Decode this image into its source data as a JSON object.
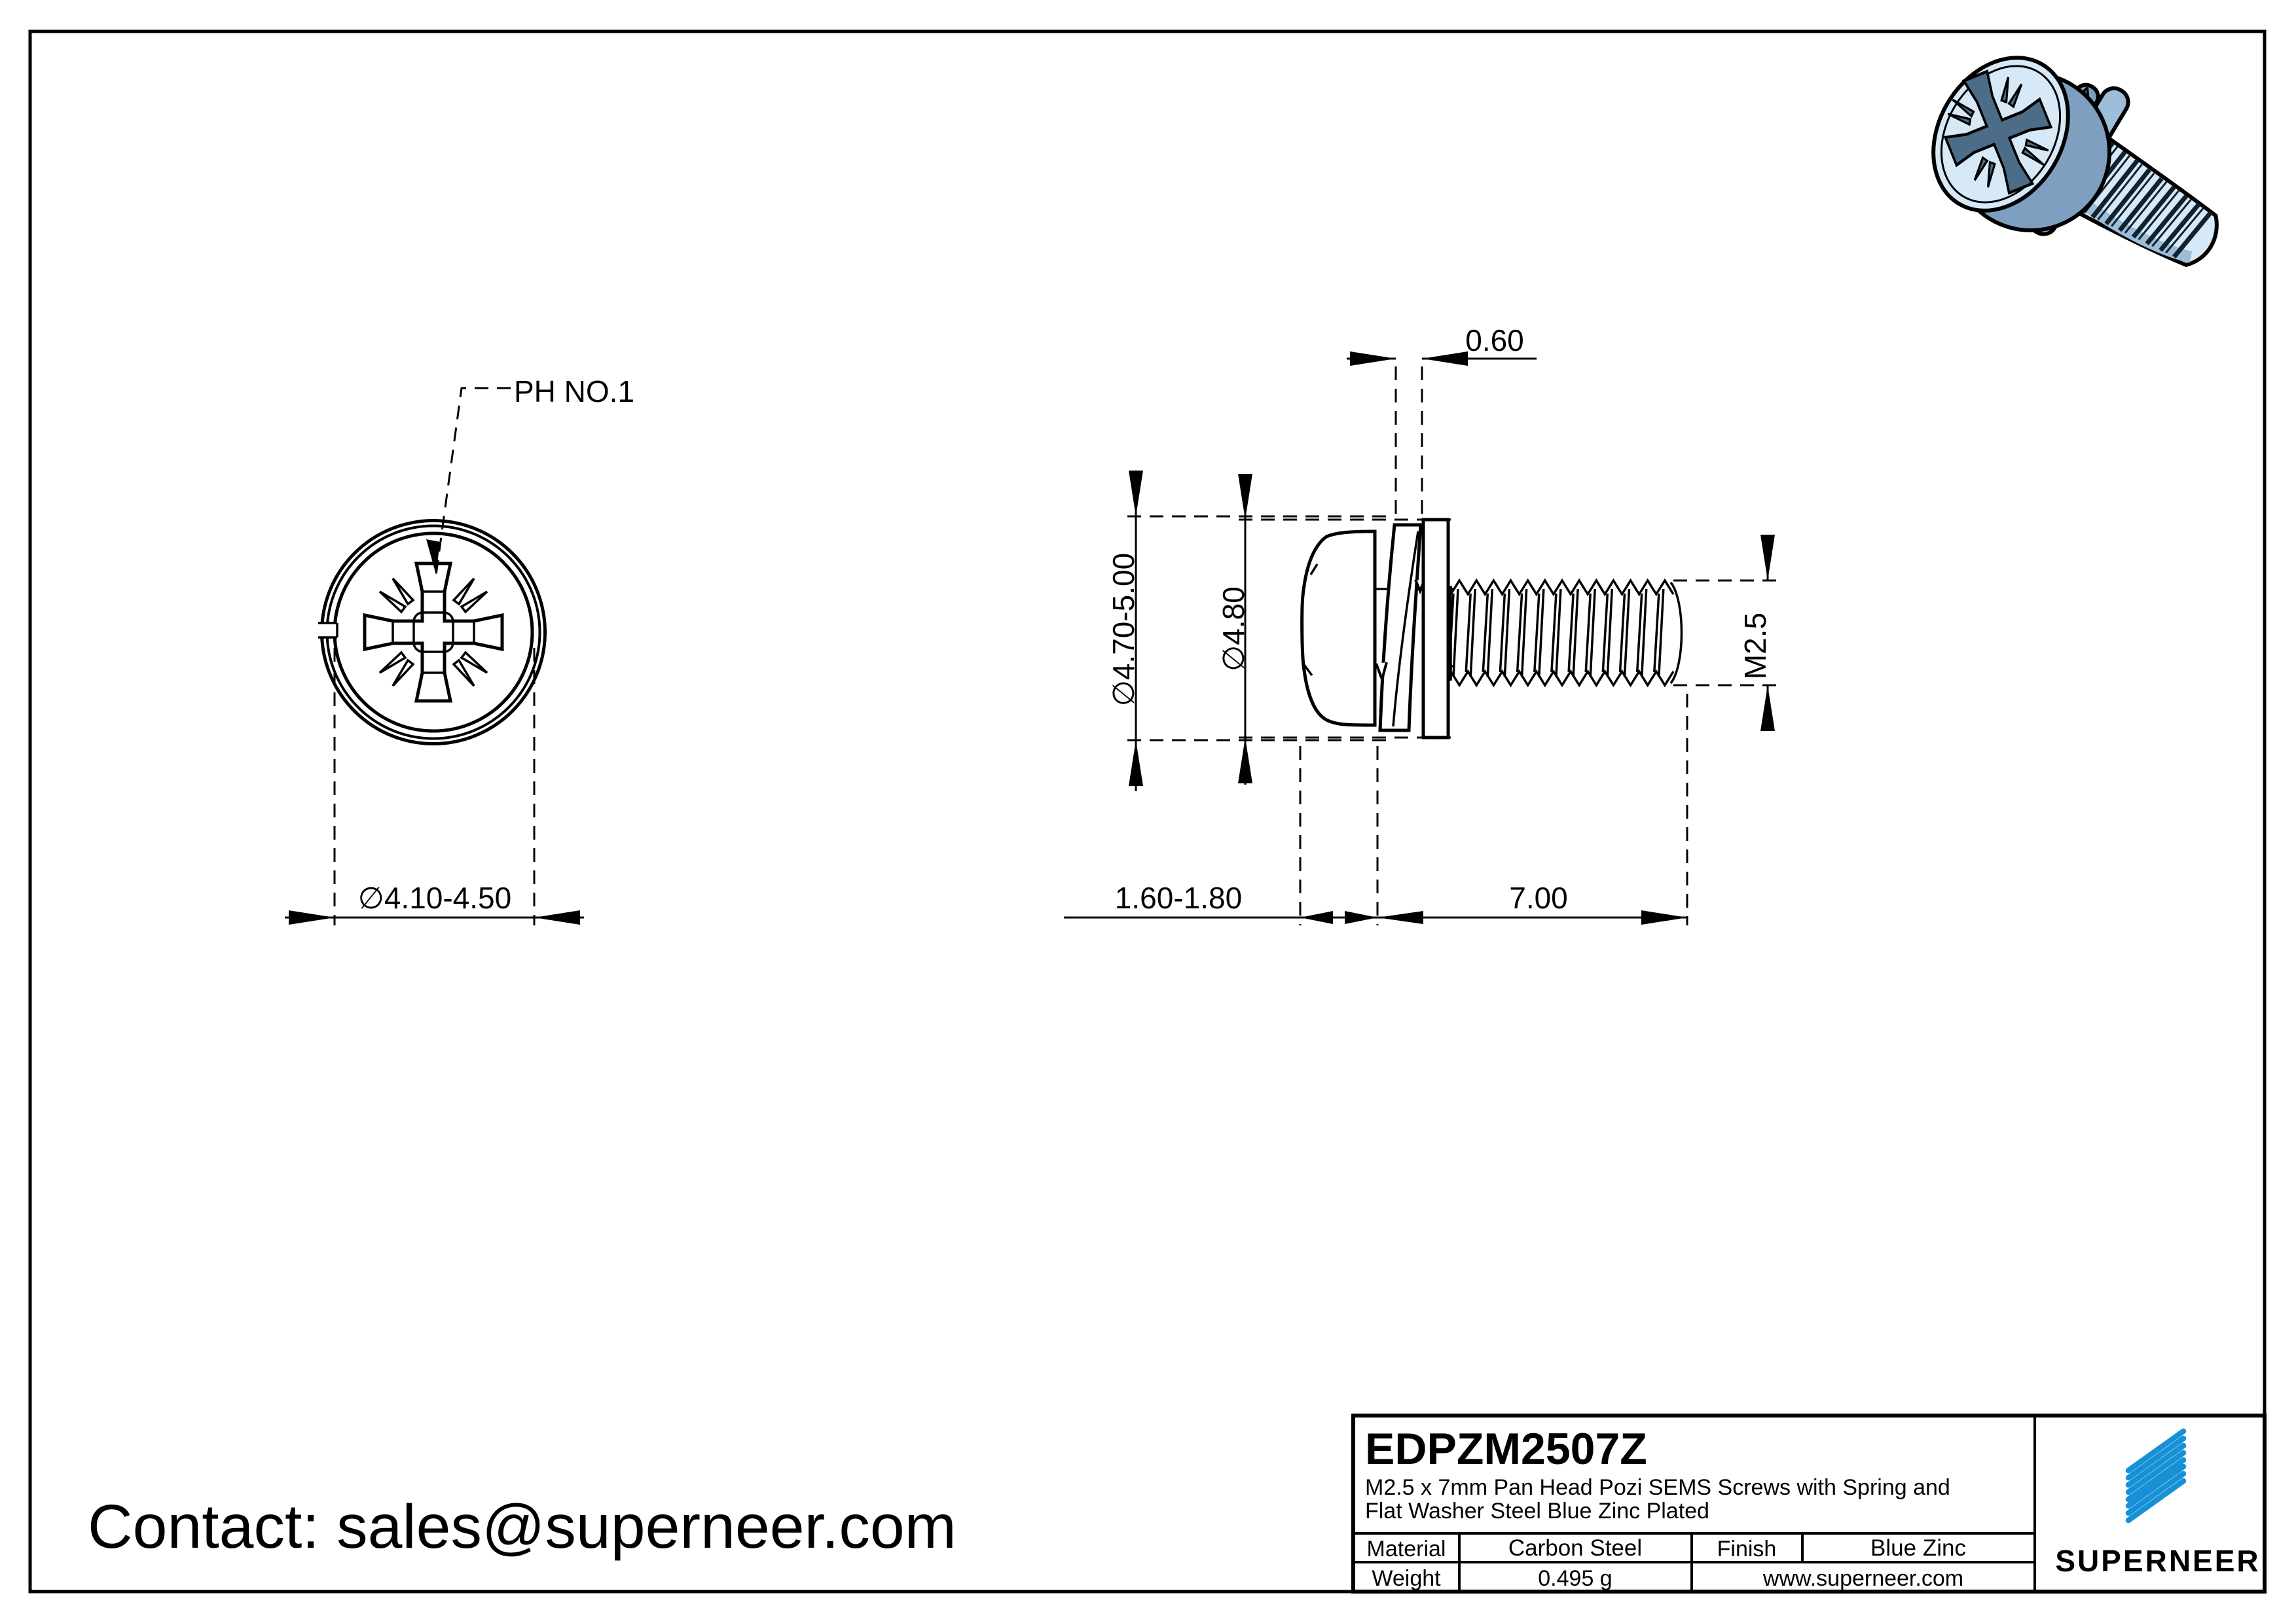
{
  "front_view": {
    "ph_label": "PH NO.1",
    "diameter": "∅4.10-4.50"
  },
  "side_view": {
    "washer_thickness": "0.60",
    "head_diameter": "∅4.70-5.00",
    "flat_washer_diameter": "∅4.80",
    "thread_spec": "M2.5",
    "head_height": "1.60-1.80",
    "thread_length": "7.00"
  },
  "contact": {
    "label": "Contact: sales@superneer.com"
  },
  "title_block": {
    "part_number": "EDPZM2507Z",
    "description_line1": "M2.5 x 7mm Pan Head Pozi SEMS Screws with Spring and",
    "description_line2": "Flat Washer Steel Blue Zinc Plated",
    "material_label": "Material",
    "material_value": "Carbon Steel",
    "finish_label": "Finish",
    "finish_value": "Blue Zinc",
    "weight_label": "Weight",
    "weight_value": "0.495 g",
    "website": "www.superneer.com",
    "brand": "SUPERNEER"
  },
  "colors": {
    "brand_blue": "#1791d6",
    "link_blue": "#2b90e8",
    "steel_light": "#d7e8f7",
    "steel_mid": "#9dbdd8",
    "steel_dark": "#7e9fc0",
    "recess_dark": "#4c6c88",
    "line": "#000000"
  }
}
